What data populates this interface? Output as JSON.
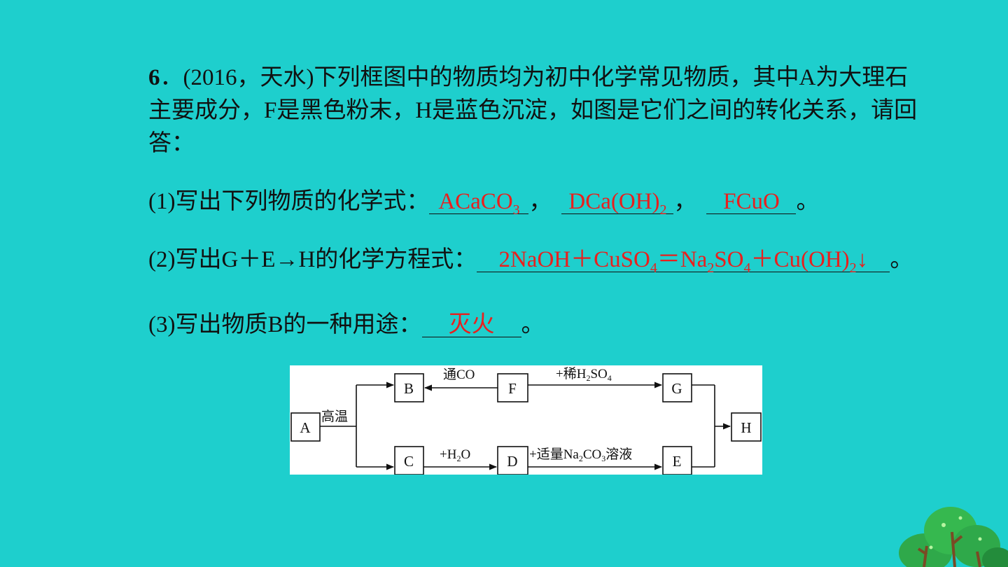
{
  "question": {
    "number": "6",
    "text": "．(2016，天水)下列框图中的物质均为初中化学常见物质，其中A为大理石主要成分，F是黑色粉末，H是蓝色沉淀，如图是它们之间的转化关系，请回答："
  },
  "part1": {
    "prompt": "(1)写出下列物质的化学式：",
    "answers": [
      {
        "main": "ACaCO",
        "sub": "3"
      },
      {
        "main": "DCa(OH)",
        "sub": "2"
      },
      {
        "main": "FCuO",
        "sub": ""
      }
    ],
    "sep": "，",
    "end": "。"
  },
  "part2": {
    "prompt": "(2)写出G＋E→H的化学方程式：",
    "answer_parts": [
      "2NaOH＋CuSO",
      "4",
      "＝Na",
      "2",
      "SO",
      "4",
      "＋Cu(OH)",
      "2",
      "↓"
    ],
    "end": "。"
  },
  "part3": {
    "prompt": "(3)写出物质B的一种用途：",
    "answer": "灭火",
    "end": "。"
  },
  "diagram": {
    "boxes": {
      "A": "A",
      "B": "B",
      "C": "C",
      "D": "D",
      "E": "E",
      "F": "F",
      "G": "G",
      "H": "H"
    },
    "labels": {
      "gaowen": "高温",
      "tongCO": "通CO",
      "xi_prefix": "+稀H",
      "xi_sub": "2",
      "xi_mid": "SO",
      "xi_sub2": "4",
      "h2o_prefix": "+H",
      "h2o_sub": "2",
      "h2o_suffix": "O",
      "na_prefix": "+适量Na",
      "na_sub": "2",
      "na_mid": "CO",
      "na_sub2": "3",
      "na_suffix": "溶液"
    }
  },
  "colors": {
    "background": "#1ecfcd",
    "answer": "#e8201e",
    "text": "#111111"
  }
}
